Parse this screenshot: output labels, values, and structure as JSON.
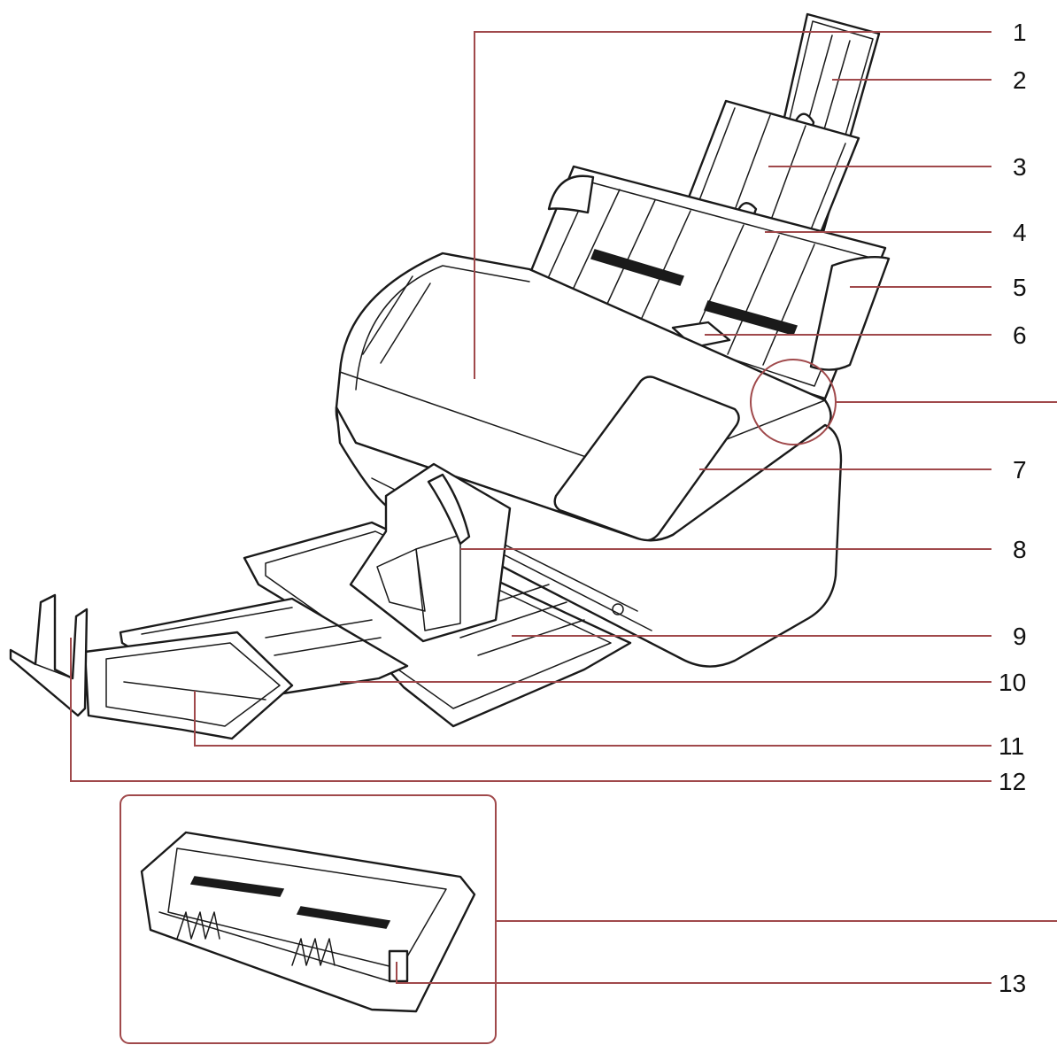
{
  "callouts": [
    {
      "id": "1",
      "label": "1"
    },
    {
      "id": "2",
      "label": "2"
    },
    {
      "id": "3",
      "label": "3"
    },
    {
      "id": "4",
      "label": "4"
    },
    {
      "id": "5",
      "label": "5"
    },
    {
      "id": "6",
      "label": "6"
    },
    {
      "id": "7",
      "label": "7"
    },
    {
      "id": "8",
      "label": "8"
    },
    {
      "id": "9",
      "label": "9"
    },
    {
      "id": "10",
      "label": "10"
    },
    {
      "id": "11",
      "label": "11"
    },
    {
      "id": "12",
      "label": "12"
    },
    {
      "id": "13",
      "label": "13"
    }
  ],
  "colors": {
    "leader_line": "#a0494b",
    "line_art": "#1a1a1a",
    "background": "#ffffff"
  }
}
